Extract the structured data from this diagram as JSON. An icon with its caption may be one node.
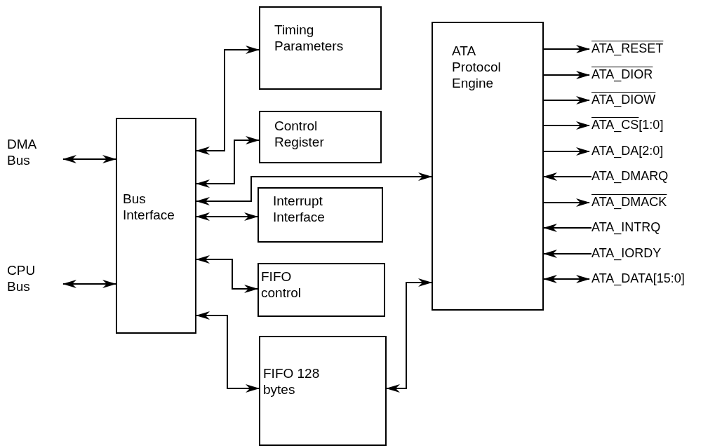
{
  "diagram": {
    "nodes": [
      {
        "text": [
          "DMA Bus"
        ]
      },
      {
        "text": [
          "CPU Bus"
        ]
      },
      {
        "text": [
          "Bus Interface"
        ]
      },
      {
        "text": [
          "Timing Parameters"
        ]
      },
      {
        "text": [
          "Control Register"
        ]
      },
      {
        "text": [
          "Interrupt Interface"
        ]
      },
      {
        "text": [
          "FIFO control"
        ]
      },
      {
        "text": [
          "FIFO 128 bytes"
        ]
      },
      {
        "text": [
          "ATA Protocol Engine"
        ]
      },
      {
        "text": [
          "ATA_RESET"
        ]
      },
      {
        "text": [
          "ATA_DIOR"
        ]
      },
      {
        "text": [
          "ATA_DIOW"
        ]
      },
      {
        "text": [
          "ATA_CS[1:0]"
        ]
      },
      {
        "text": [
          "ATA_DA[2:0]"
        ]
      },
      {
        "text": [
          "ATA_DMARQ"
        ]
      },
      {
        "text": [
          "ATA_DMACK"
        ]
      },
      {
        "text": [
          "ATA_INTRQ"
        ]
      },
      {
        "text": [
          "ATA_IORDY"
        ]
      },
      {
        "text": [
          "ATA_DATA[15:0]"
        ]
      }
    ],
    "edges": [
      {
        "from": 0,
        "to": 2,
        "arrow": "both"
      },
      {
        "from": 1,
        "to": 2,
        "arrow": "both"
      },
      {
        "from": 2,
        "to": 3,
        "arrow": "both"
      },
      {
        "from": 2,
        "to": 4,
        "arrow": "both"
      },
      {
        "from": 2,
        "to": 8,
        "arrow": "both"
      },
      {
        "from": 2,
        "to": 5,
        "arrow": "both"
      },
      {
        "from": 2,
        "to": 6,
        "arrow": "both"
      },
      {
        "from": 2,
        "to": 7,
        "arrow": "both"
      },
      {
        "from": 7,
        "to": 8,
        "arrow": "both"
      },
      {
        "from": 8,
        "to": 9,
        "arrow": "to"
      },
      {
        "from": 8,
        "to": 10,
        "arrow": "to"
      },
      {
        "from": 8,
        "to": 11,
        "arrow": "to"
      },
      {
        "from": 8,
        "to": 12,
        "arrow": "to"
      },
      {
        "from": 8,
        "to": 13,
        "arrow": "to"
      },
      {
        "from": 14,
        "to": 8,
        "arrow": "to"
      },
      {
        "from": 8,
        "to": 15,
        "arrow": "to"
      },
      {
        "from": 16,
        "to": 8,
        "arrow": "to"
      },
      {
        "from": 17,
        "to": 8,
        "arrow": "to"
      },
      {
        "from": 8,
        "to": 18,
        "arrow": "both"
      }
    ]
  }
}
